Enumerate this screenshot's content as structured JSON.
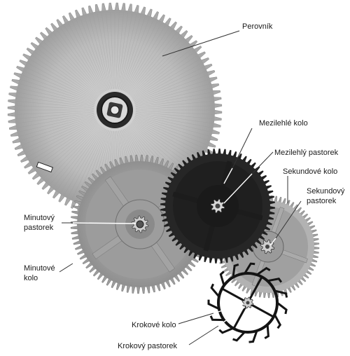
{
  "labels": {
    "perovnik": "Perovník",
    "mezilehle_kolo": "Mezilehlé kolo",
    "mezilehly_pastorek": "Mezilehlý pastorek",
    "sekundove_kolo": "Sekundové kolo",
    "sekundovy_pastorek_1": "Sekundový",
    "sekundovy_pastorek_2": "pastorek",
    "minutovy_pastorek_1": "Minutový",
    "minutovy_pastorek_2": "pastorek",
    "minutove_kolo_1": "Minutové",
    "minutove_kolo_2": "kolo",
    "krokove_kolo": "Krokové kolo",
    "krokovy_pastorek": "Krokový pastorek"
  },
  "colors": {
    "barrel": "#bdbdbd",
    "wheel_light": "#a8a8a8",
    "wheel_dark": "#1c1c1c",
    "escape": "#141414",
    "label": "#1a1a1a"
  }
}
